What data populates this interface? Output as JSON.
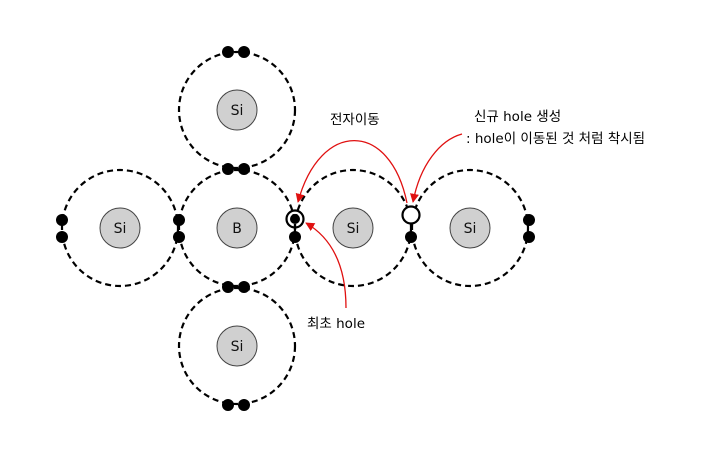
{
  "atoms": [
    {
      "id": "top",
      "label": "Si"
    },
    {
      "id": "left",
      "label": "Si"
    },
    {
      "id": "center",
      "label": "B"
    },
    {
      "id": "mid-right",
      "label": "Si"
    },
    {
      "id": "far-right",
      "label": "Si"
    },
    {
      "id": "bottom",
      "label": "Si"
    }
  ],
  "annotations": {
    "electron_move": "전자이동",
    "new_hole_title": "신규 hole 생성",
    "new_hole_desc": ": hole이 이동된 것 처럼 착시됨",
    "original_hole": "최초 hole"
  },
  "colors": {
    "arrow": "#e01010",
    "nucleus_fill": "#d0d0d0",
    "orbit": "#000000"
  }
}
